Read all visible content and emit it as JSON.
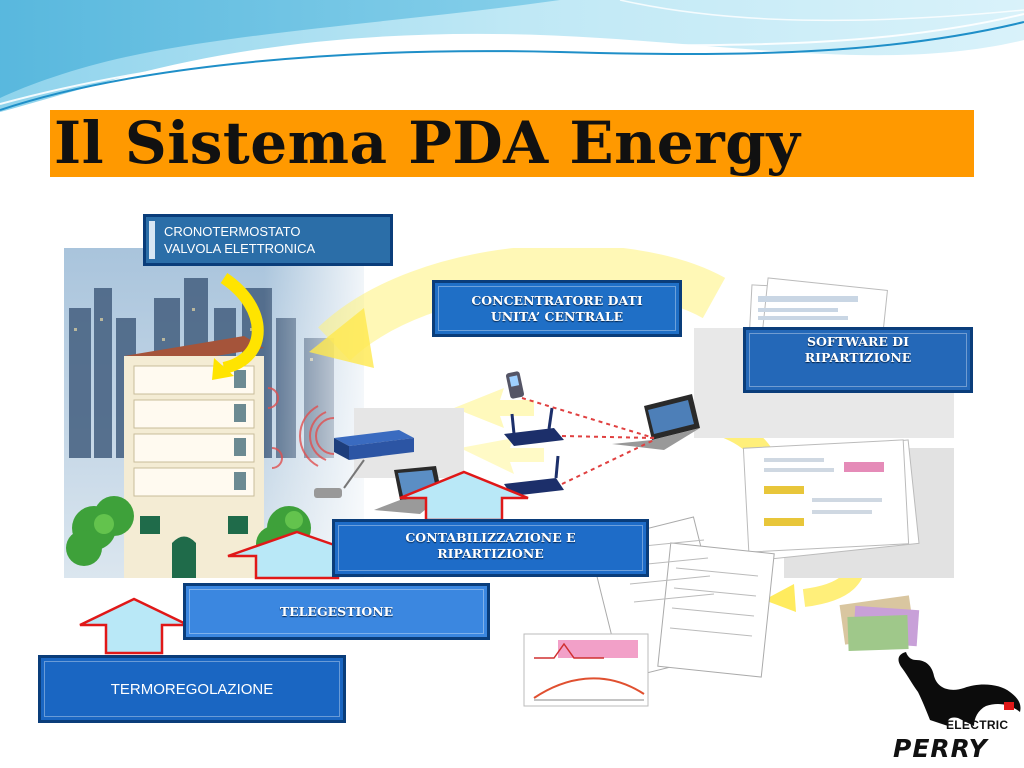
{
  "slide": {
    "title": "Il Sistema PDA Energy",
    "accent_color": "#ff9900"
  },
  "labels": {
    "crono_line1": "CRONOTERMOSTATO",
    "crono_line2": "VALVOLA ELETTRONICA",
    "concentratore_line1": "CONCENTRATORE DATI",
    "concentratore_line2": "UNITA’ CENTRALE",
    "software_line1": "SOFTWARE DI",
    "software_line2": "RIPARTIZIONE",
    "contab_line1": "CONTABILIZZAZIONE E",
    "contab_line2": "RIPARTIZIONE",
    "telegestione": "TELEGESTIONE",
    "termoregolazione": "TERMOREGOLAZIONE"
  },
  "logo": {
    "line1": "ELECTRIC",
    "line2": "PERRY",
    "icon": "kangaroo-icon"
  }
}
